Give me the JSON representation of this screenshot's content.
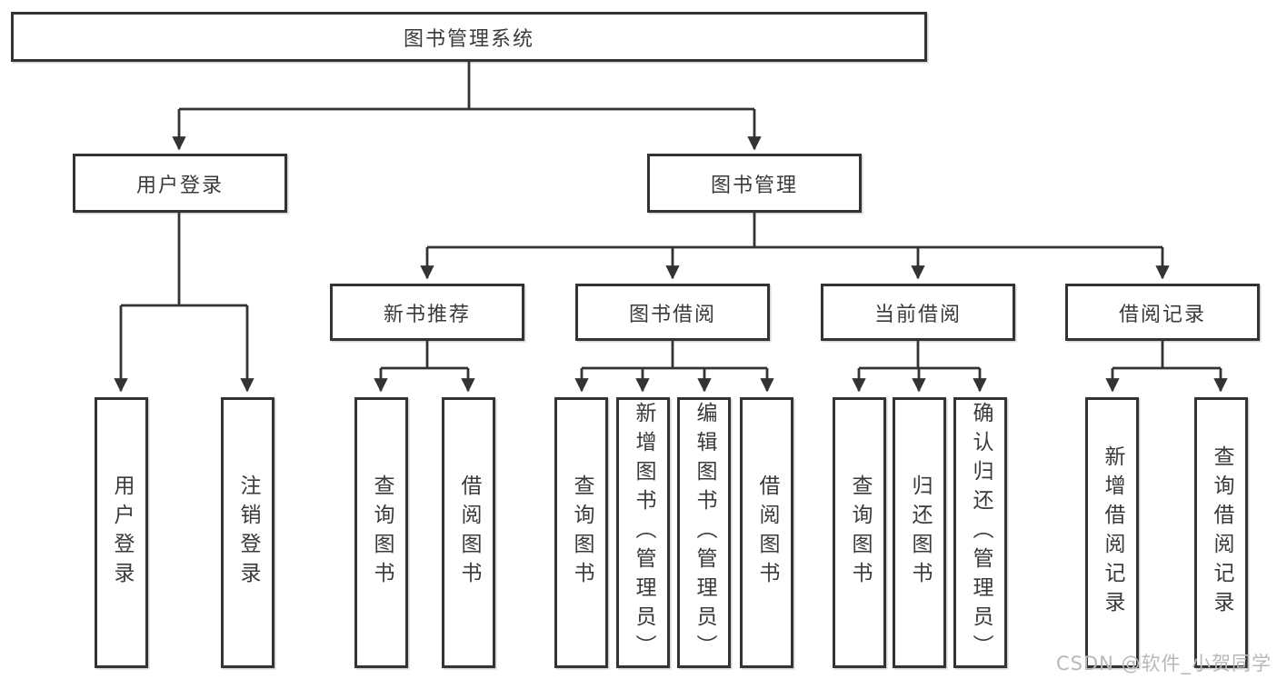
{
  "watermark": "CSDN @软件_小贺同学",
  "colors": {
    "line": "#333333",
    "text": "#3a3a3a",
    "box_background": "#ffffff",
    "watermark": "#b8b8b8"
  },
  "tree": {
    "label": "图书管理系统",
    "children": [
      {
        "label": "用户登录",
        "children": [
          {
            "label": "用户登录"
          },
          {
            "label": "注销登录"
          }
        ]
      },
      {
        "label": "图书管理",
        "children": [
          {
            "label": "新书推荐",
            "children": [
              {
                "label": "查询图书"
              },
              {
                "label": "借阅图书"
              }
            ]
          },
          {
            "label": "图书借阅",
            "children": [
              {
                "label": "查询图书"
              },
              {
                "label": "新增图书（管理员）"
              },
              {
                "label": "编辑图书（管理员）"
              },
              {
                "label": "借阅图书"
              }
            ]
          },
          {
            "label": "当前借阅",
            "children": [
              {
                "label": "查询图书"
              },
              {
                "label": "归还图书"
              },
              {
                "label": "确认归还（管理员）"
              }
            ]
          },
          {
            "label": "借阅记录",
            "children": [
              {
                "label": "新增借阅记录"
              },
              {
                "label": "查询借阅记录"
              }
            ]
          }
        ]
      }
    ]
  }
}
